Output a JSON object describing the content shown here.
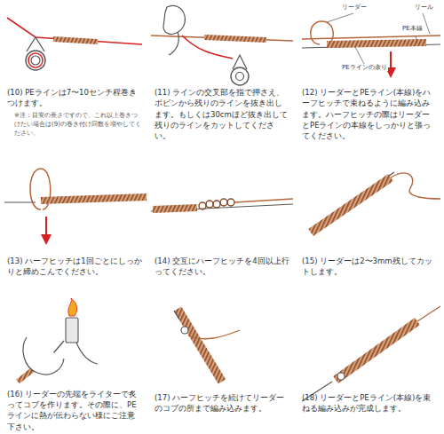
{
  "diagram": {
    "labels": [
      "リーダー",
      "リール",
      "PE本線",
      "PEラインの余り",
      "(10) PEラインは7〜10センチ程巻きつけます。",
      "※注：目安の長さですので、これ以上巻きつけたい場合は(9)の巻き付け回数を増やしてください。",
      "(11) ラインの交叉部を指で押さえ、ボビンから残りのラインを抜き出します。もしくは30cmほど抜き出して残りのラインをカットしてください。",
      "(12) リーダーとPEライン(本線)をハーフヒッチで束ねるように編み込みます。ハーフヒッチの際はリーダーとPEラインの本線をしっかりと張ってください。",
      "(13) ハーフヒッチは1回ごとにしっかりと締めこんでください。",
      "(14) 交互にハーフヒッチを4回以上行ってください。",
      "(15) リーダーは2〜3mm残してカットします。",
      "(16) リーダーの先端をライターで炙ってコブを作ります。その際に、PEラインに熱が伝わらない様にご注意下さい。",
      "(17) ハーフヒッチを続けてリーダーのコブの所まで編み込みます。",
      "(18) リーダーとPEライン(本線)を束ねる編み込みが完成します。"
    ]
  }
}
